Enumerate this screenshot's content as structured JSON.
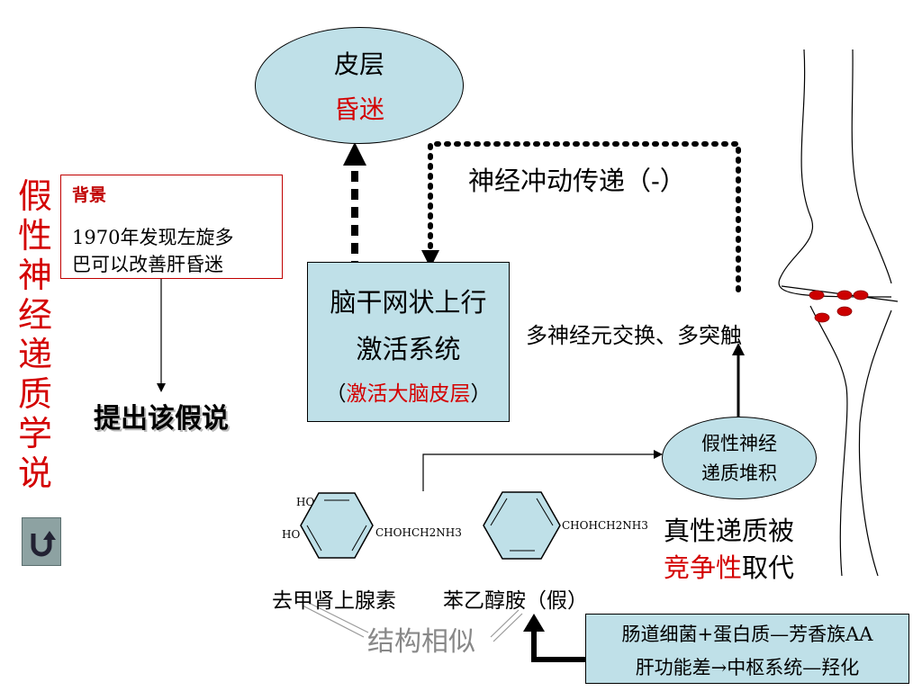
{
  "title": [
    "假",
    "性",
    "神",
    "经",
    "递",
    "质",
    "学",
    "说"
  ],
  "background": {
    "label": "背景",
    "line1": "1970年发现左旋多",
    "line2": "巴可以改善肝昏迷"
  },
  "propose": "提出该假说",
  "cortex": {
    "line1": "皮层",
    "line2": "昏迷"
  },
  "ras": {
    "line1": "脑干网状上行",
    "line2": "激活系统",
    "paren_open": "（",
    "line3": "激活大脑皮层",
    "paren_close": "）"
  },
  "impulse": "神经冲动传递（-）",
  "multi": "多神经元交换、多突触",
  "false_nt": {
    "line1": "假性神经",
    "line2": "递质堆积"
  },
  "true_nt": {
    "line1": "真性递质被",
    "line2_red": "竞争性",
    "line2_black": "取代"
  },
  "chem": {
    "ho1": "HO",
    "ho2": "HO",
    "side1": "CHOHCH2NH3",
    "side2": "CHOHCH2NH3"
  },
  "names": {
    "norepinephrine": "去甲肾上腺素",
    "phenylethanolamine": "苯乙醇胺（假）"
  },
  "similar": "结构相似",
  "cause": {
    "line1": "肠道细菌+蛋白质—芳香族AA",
    "line2": "肝功能差→中枢系统—羟化"
  },
  "colors": {
    "accent_red": "#d40000",
    "fill_cyan": "#bfe0e8",
    "button_gray": "#8da2a2"
  },
  "icons": [
    "u-turn-back-icon"
  ]
}
